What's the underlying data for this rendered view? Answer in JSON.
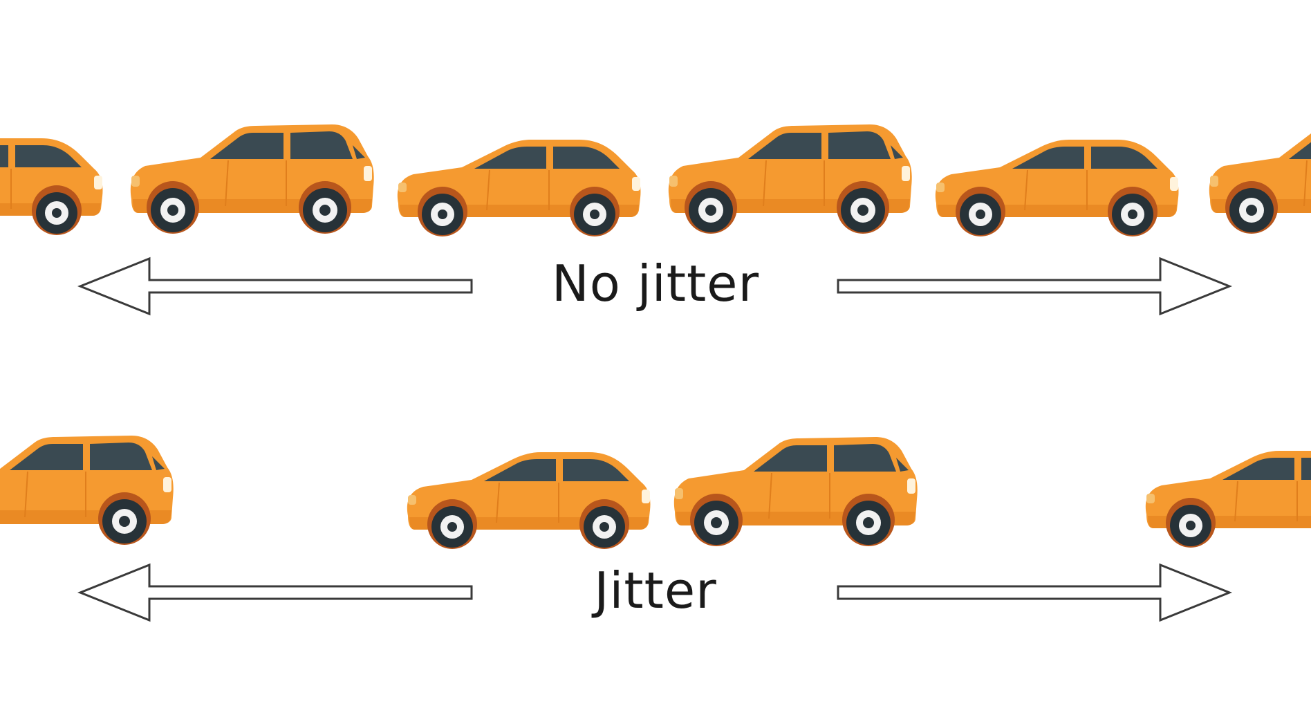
{
  "diagram": {
    "rows": [
      {
        "id": "no-jitter",
        "label": "No jitter",
        "cars": [
          "hatchback",
          "suv",
          "hatchback",
          "suv",
          "hatchback",
          "suv"
        ]
      },
      {
        "id": "jitter",
        "label": "Jitter",
        "cars": [
          "suv",
          "hatchback",
          "suv",
          "hatchback"
        ]
      }
    ],
    "colors": {
      "car_body": "#F59A30",
      "car_shadow": "#E07E1C",
      "window": "#3A4A52",
      "tire": "#273238",
      "hub": "#F2F2F2",
      "arrow_stroke": "#3a3a3a",
      "text": "#1a1a1a",
      "background": "#ffffff"
    },
    "icons": {
      "car": "car-icon",
      "left_arrow": "double-arrow-left-icon",
      "right_arrow": "double-arrow-right-icon"
    }
  }
}
